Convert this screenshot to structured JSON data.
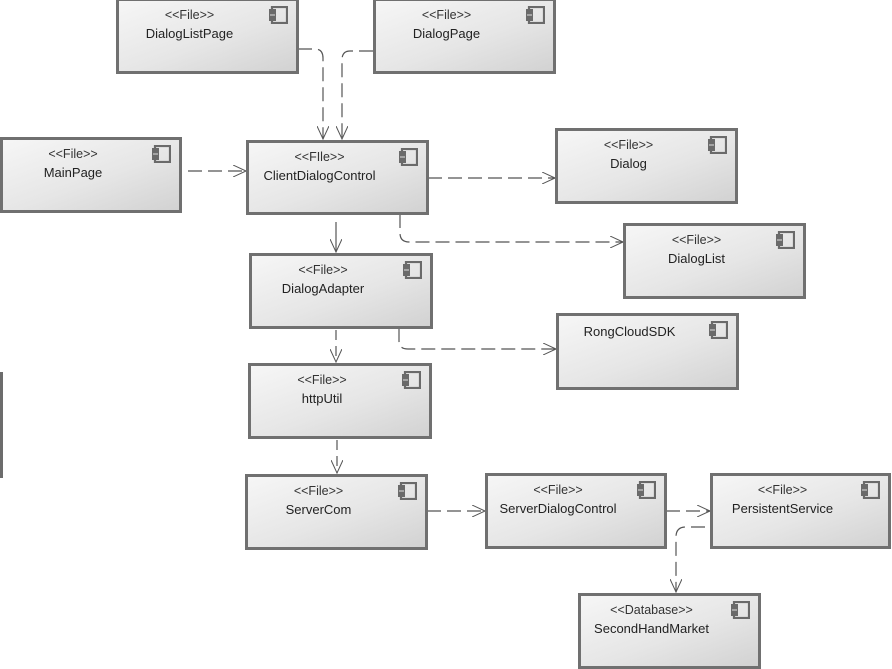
{
  "diagram": {
    "type": "UML component diagram",
    "colors": {
      "node_border": "#707070",
      "node_fill_light": "#f6f6f6",
      "node_fill_dark": "#d2d2d2",
      "edge": "#555555",
      "text": "#222222"
    },
    "nodes": [
      {
        "id": "DialogListPage",
        "stereotype": "<<File>>",
        "name": "DialogListPage"
      },
      {
        "id": "DialogPage",
        "stereotype": "<<File>>",
        "name": "DialogPage"
      },
      {
        "id": "MainPage",
        "stereotype": "<<File>>",
        "name": "MainPage"
      },
      {
        "id": "ClientDialogControl",
        "stereotype": "<<FIle>>",
        "name": "ClientDialogControl"
      },
      {
        "id": "Dialog",
        "stereotype": "<<File>>",
        "name": "Dialog"
      },
      {
        "id": "DialogList",
        "stereotype": "<<File>>",
        "name": "DialogList"
      },
      {
        "id": "DialogAdapter",
        "stereotype": "<<File>>",
        "name": "DialogAdapter"
      },
      {
        "id": "RongCloudSDK",
        "stereotype": "",
        "name": "RongCloudSDK"
      },
      {
        "id": "httpUtil",
        "stereotype": "<<File>>",
        "name": "httpUtil"
      },
      {
        "id": "ServerCom",
        "stereotype": "<<File>>",
        "name": "ServerCom"
      },
      {
        "id": "ServerDialogControl",
        "stereotype": "<<File>>",
        "name": "ServerDialogControl"
      },
      {
        "id": "PersistentService",
        "stereotype": "<<File>>",
        "name": "PersistentService"
      },
      {
        "id": "SecondHandMarket",
        "stereotype": "<<Database>>",
        "name": "SecondHandMarket"
      }
    ],
    "icon": "component-icon",
    "edges": [
      {
        "from": "DialogListPage",
        "to": "ClientDialogControl",
        "kind": "dependency"
      },
      {
        "from": "DialogPage",
        "to": "ClientDialogControl",
        "kind": "dependency"
      },
      {
        "from": "MainPage",
        "to": "ClientDialogControl",
        "kind": "dependency"
      },
      {
        "from": "ClientDialogControl",
        "to": "Dialog",
        "kind": "dependency"
      },
      {
        "from": "ClientDialogControl",
        "to": "DialogList",
        "kind": "dependency"
      },
      {
        "from": "ClientDialogControl",
        "to": "DialogAdapter",
        "kind": "dependency"
      },
      {
        "from": "DialogAdapter",
        "to": "RongCloudSDK",
        "kind": "dependency"
      },
      {
        "from": "DialogAdapter",
        "to": "httpUtil",
        "kind": "dependency"
      },
      {
        "from": "httpUtil",
        "to": "ServerCom",
        "kind": "dependency"
      },
      {
        "from": "ServerCom",
        "to": "ServerDialogControl",
        "kind": "dependency"
      },
      {
        "from": "ServerDialogControl",
        "to": "PersistentService",
        "kind": "dependency"
      },
      {
        "from": "PersistentService",
        "to": "SecondHandMarket",
        "kind": "dependency"
      }
    ]
  }
}
